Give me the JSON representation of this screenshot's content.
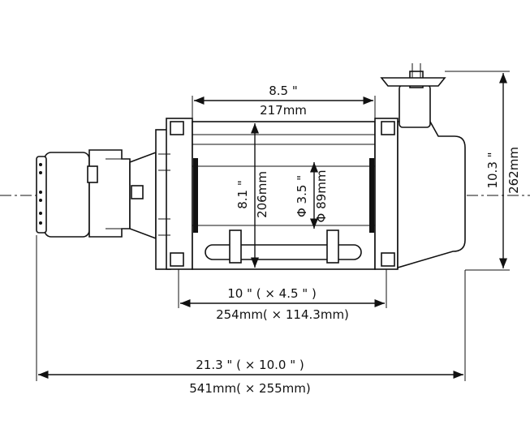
{
  "dimensions": {
    "drum_length_in": "8.5 \"",
    "drum_length_mm": "217mm",
    "height_in": "10.3 \"",
    "height_mm": "262mm",
    "flange_dia_in": "8.1 \"",
    "flange_dia_mm": "206mm",
    "drum_dia_in": "Φ 3.5 \"",
    "drum_dia_mm": "Φ 89mm",
    "mount_in": "10 \" ( × 4.5 \" )",
    "mount_mm": "254mm( × 114.3mm)",
    "overall_in": "21.3 \" ( × 10.0 \" )",
    "overall_mm": "541mm( × 255mm)"
  }
}
